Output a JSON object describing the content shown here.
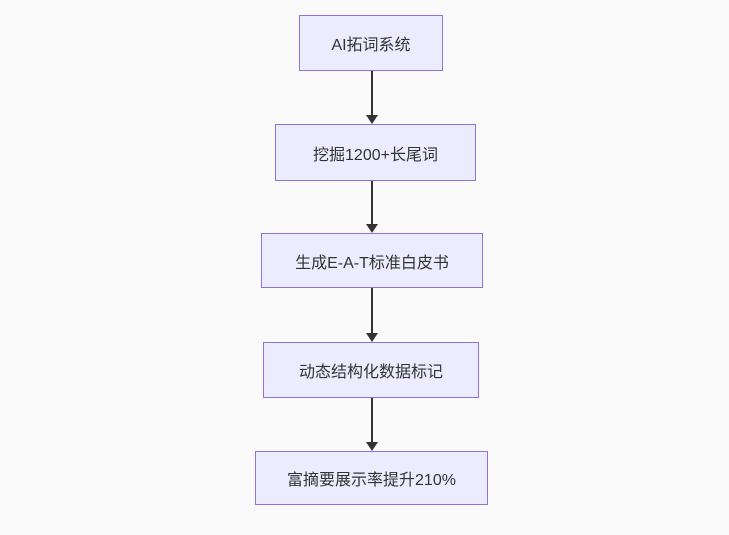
{
  "diagram": {
    "type": "flowchart",
    "direction": "top-down",
    "nodes": [
      {
        "id": "n1",
        "label": "AI拓词系统"
      },
      {
        "id": "n2",
        "label": "挖掘1200+长尾词"
      },
      {
        "id": "n3",
        "label": "生成E-A-T标准白皮书"
      },
      {
        "id": "n4",
        "label": "动态结构化数据标记"
      },
      {
        "id": "n5",
        "label": "富摘要展示率提升210%"
      }
    ],
    "edges": [
      {
        "from": "n1",
        "to": "n2"
      },
      {
        "from": "n2",
        "to": "n3"
      },
      {
        "from": "n3",
        "to": "n4"
      },
      {
        "from": "n4",
        "to": "n5"
      }
    ],
    "colors": {
      "background": "#fafafa",
      "node_fill": "#ececff",
      "node_border": "#9370db",
      "arrow": "#333333",
      "text": "#333333"
    }
  }
}
